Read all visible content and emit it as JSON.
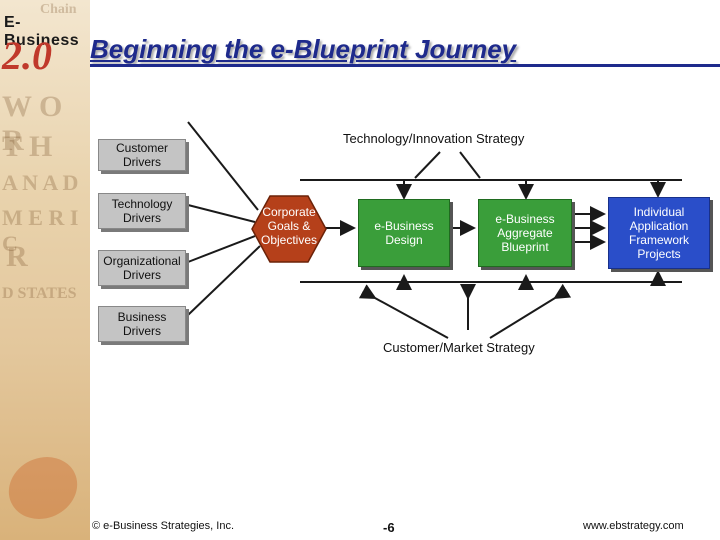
{
  "logo": {
    "top_text": "E-Business",
    "number": "2.0"
  },
  "sidebar": {
    "words": [
      "Chain",
      "W O R",
      "T H",
      "A N A D",
      "M E R I C",
      "R",
      "D STATES"
    ]
  },
  "title": "Beginning the e-Blueprint Journey",
  "drivers": [
    {
      "label": "Customer\nDrivers"
    },
    {
      "label": "Technology\nDrivers"
    },
    {
      "label": "Organizational\nDrivers"
    },
    {
      "label": "Business\nDrivers"
    }
  ],
  "stages": [
    {
      "label": "Corporate\nGoals &\nObjectives"
    },
    {
      "label": "e-Business\nDesign"
    },
    {
      "label": "e-Business\nAggregate\nBlueprint"
    },
    {
      "label": "Individual\nApplication\nFramework\nProjects"
    }
  ],
  "top_strategy": "Technology/Innovation Strategy",
  "bottom_strategy": "Customer/Market Strategy",
  "footer": {
    "copyright": "© e-Business Strategies, Inc.",
    "page": "-6",
    "website": "www.ebstrategy.com"
  },
  "colors": {
    "title": "#1e2a8c",
    "hexagon": "#b5401a",
    "design_box": "#3a9e3a",
    "projects_box": "#2a4ec9"
  }
}
